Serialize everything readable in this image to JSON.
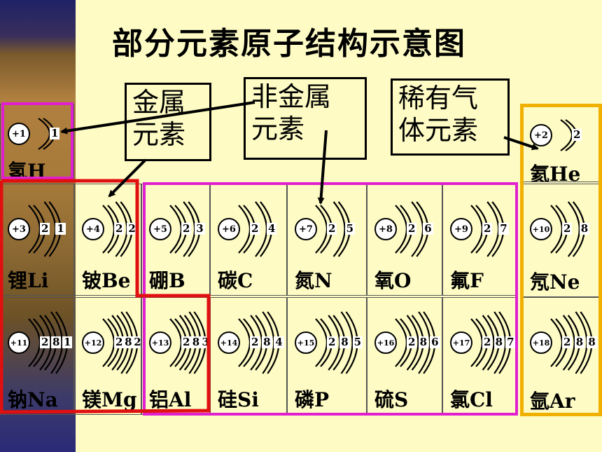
{
  "title": "部分元素原子结构示意图",
  "categories": {
    "metal": "金属\n元素",
    "nonmetal": "非金属\n元素",
    "noble": "稀有气\n体元素"
  },
  "colors": {
    "background": "#fefcc4",
    "metal_outline": "#e01010",
    "nonmetal_outline": "#e020d0",
    "hydrogen_outline": "#e020d0",
    "noble_outline": "#f0b000",
    "shell": "#000000"
  },
  "elements": [
    {
      "id": "H",
      "name": "氢H",
      "nucleus": "+1",
      "shells": [
        "1"
      ]
    },
    {
      "id": "He",
      "name": "氦He",
      "nucleus": "+2",
      "shells": [
        "2"
      ]
    },
    {
      "id": "Li",
      "name": "锂Li",
      "nucleus": "+3",
      "shells": [
        "2",
        "1"
      ]
    },
    {
      "id": "Be",
      "name": "铍Be",
      "nucleus": "+4",
      "shells": [
        "2",
        "2"
      ]
    },
    {
      "id": "B",
      "name": "硼B",
      "nucleus": "+5",
      "shells": [
        "2",
        "3"
      ]
    },
    {
      "id": "C",
      "name": "碳C",
      "nucleus": "+6",
      "shells": [
        "2",
        "4"
      ]
    },
    {
      "id": "N",
      "name": "氮N",
      "nucleus": "+7",
      "shells": [
        "2",
        "5"
      ]
    },
    {
      "id": "O",
      "name": "氧O",
      "nucleus": "+8",
      "shells": [
        "2",
        "6"
      ]
    },
    {
      "id": "F",
      "name": "氟F",
      "nucleus": "+9",
      "shells": [
        "2",
        "7"
      ]
    },
    {
      "id": "Ne",
      "name": "氖Ne",
      "nucleus": "+10",
      "shells": [
        "2",
        "8"
      ]
    },
    {
      "id": "Na",
      "name": "钠Na",
      "nucleus": "+11",
      "shells": [
        "2",
        "8",
        "1"
      ]
    },
    {
      "id": "Mg",
      "name": "镁Mg",
      "nucleus": "+12",
      "shells": [
        "2",
        "8",
        "2"
      ]
    },
    {
      "id": "Al",
      "name": "铝Al",
      "nucleus": "+13",
      "shells": [
        "2",
        "8",
        "3"
      ]
    },
    {
      "id": "Si",
      "name": "硅Si",
      "nucleus": "+14",
      "shells": [
        "2",
        "8",
        "4"
      ]
    },
    {
      "id": "P",
      "name": "磷P",
      "nucleus": "+15",
      "shells": [
        "2",
        "8",
        "5"
      ]
    },
    {
      "id": "S",
      "name": "硫S",
      "nucleus": "+16",
      "shells": [
        "2",
        "8",
        "6"
      ]
    },
    {
      "id": "Cl",
      "name": "氯Cl",
      "nucleus": "+17",
      "shells": [
        "2",
        "8",
        "7"
      ]
    },
    {
      "id": "Ar",
      "name": "氩Ar",
      "nucleus": "+18",
      "shells": [
        "2",
        "8",
        "8"
      ]
    }
  ]
}
